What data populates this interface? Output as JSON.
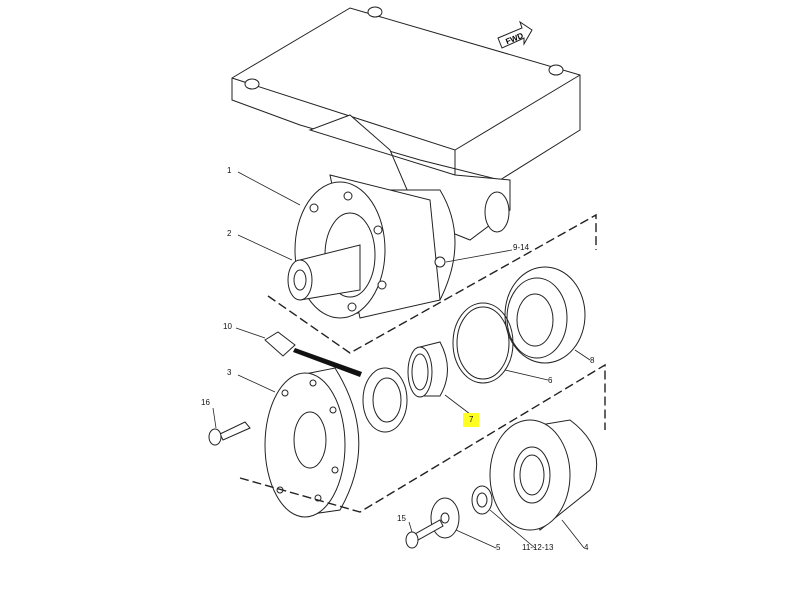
{
  "diagram": {
    "direction_arrow": "FWD",
    "callouts": {
      "c1": "1",
      "c2": "2",
      "c3": "3",
      "c4": "4",
      "c5": "5",
      "c6": "6",
      "c7": "7",
      "c8": "8",
      "c9_14": "9-14",
      "c10": "10",
      "c11_12_13": "11-12-13",
      "c15": "15",
      "c16": "16"
    },
    "highlight_color": "#ffff22",
    "highlighted_callout": "7"
  }
}
